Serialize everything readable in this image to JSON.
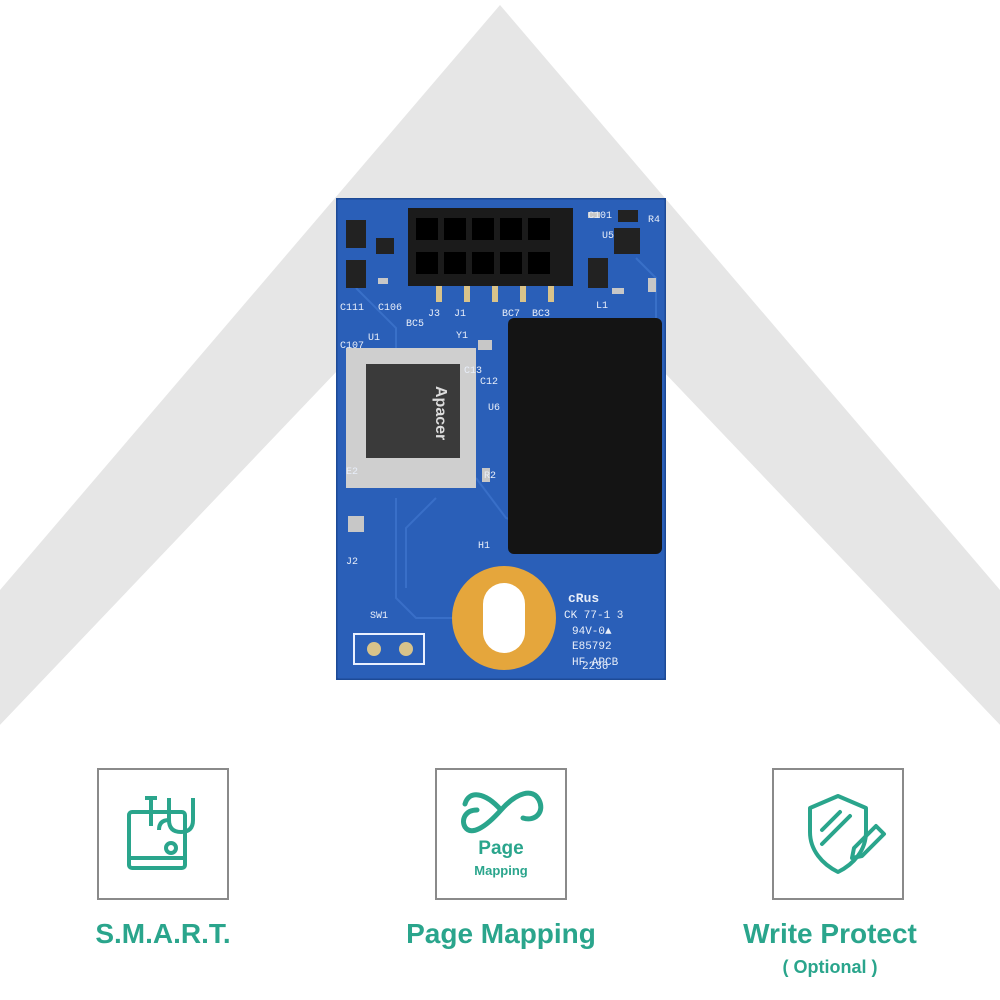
{
  "product": {
    "chip_brand": "Apacer",
    "silkscreen": {
      "cert_line1": "CK 77-1 3",
      "cert_line2": "94V-0▲",
      "cert_line3": "E85792",
      "cert_line4": "HF  APCB",
      "date_code": "2236",
      "ul_mark": "cRus",
      "labels": [
        "C101",
        "R4",
        "U5",
        "C106",
        "J3",
        "J1",
        "BC7",
        "BC3",
        "L1",
        "U1",
        "BC5",
        "Y1",
        "C13",
        "C12",
        "U6",
        "R2",
        "E2",
        "J2",
        "H1",
        "SW1",
        "C111",
        "C107"
      ]
    }
  },
  "features": [
    {
      "icon": "smart-disk-stethoscope-icon",
      "label": "S.M.A.R.T.",
      "note": ""
    },
    {
      "icon": "infinity-loop-icon",
      "label": "Page Mapping",
      "icon_text": "Page",
      "icon_subtext": "Mapping",
      "note": ""
    },
    {
      "icon": "shield-pencil-icon",
      "label": "Write Protect",
      "note": "( Optional )"
    }
  ],
  "colors": {
    "accent": "#2aa58c",
    "backdrop_gray": "#e6e6e6",
    "pcb_blue": "#2a5fb8",
    "border_gray": "#8a8a8a"
  }
}
